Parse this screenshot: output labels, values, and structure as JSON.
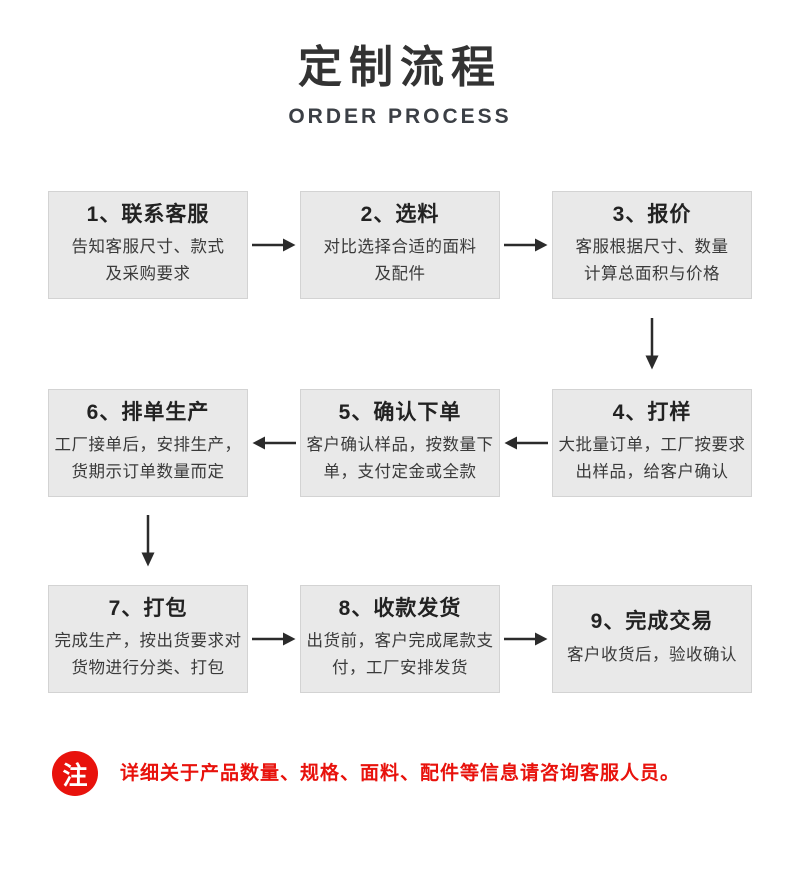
{
  "header": {
    "title": "定制流程",
    "subtitle": "ORDER PROCESS"
  },
  "steps": [
    {
      "title": "1、联系客服",
      "line1": "告知客服尺寸、款式",
      "line2": "及采购要求"
    },
    {
      "title": "2、选料",
      "line1": "对比选择合适的面料",
      "line2": "及配件"
    },
    {
      "title": "3、报价",
      "line1": "客服根据尺寸、数量",
      "line2": "计算总面积与价格"
    },
    {
      "title": "4、打样",
      "line1": "大批量订单，工厂按要求",
      "line2": "出样品，给客户确认"
    },
    {
      "title": "5、确认下单",
      "line1": "客户确认样品，按数量下",
      "line2": "单，支付定金或全款"
    },
    {
      "title": "6、排单生产",
      "line1": "工厂接单后，安排生产，",
      "line2": "货期示订单数量而定"
    },
    {
      "title": "7、打包",
      "line1": "完成生产，按出货要求对",
      "line2": "货物进行分类、打包"
    },
    {
      "title": "8、收款发货",
      "line1": "出货前，客户完成尾款支",
      "line2": "付，工厂安排发货"
    },
    {
      "title": "9、完成交易",
      "line1": "客户收货后，验收确认",
      "line2": ""
    }
  ],
  "note": {
    "badge": "注",
    "text": "详细关于产品数量、规格、面料、配件等信息请咨询客服人员。"
  },
  "colors": {
    "box_bg": "#e9e9e9",
    "box_border": "#d3d3d3",
    "arrow": "#2b2b2b",
    "ink": "#333333",
    "body_ink": "#3a3a3a",
    "note_red": "#e8120c",
    "page_bg": "#ffffff"
  }
}
